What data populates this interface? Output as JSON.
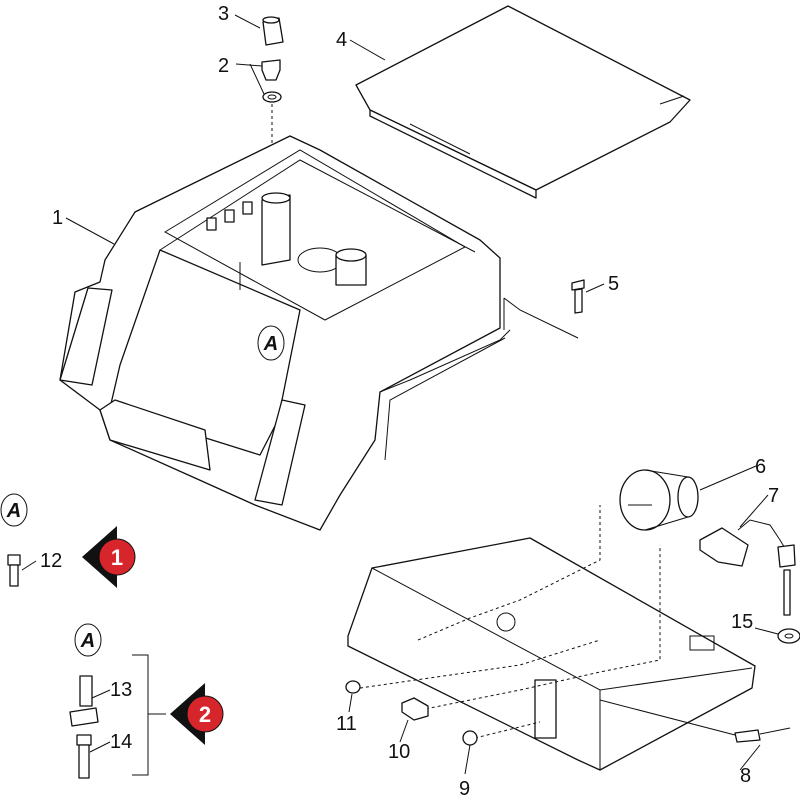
{
  "part_labels": {
    "p1": "1",
    "p2": "2",
    "p3": "3",
    "p4": "4",
    "p5": "5",
    "p6": "6",
    "p7": "7",
    "p8": "8",
    "p9": "9",
    "p10": "10",
    "p11": "11",
    "p12": "12",
    "p13": "13",
    "p14": "14",
    "p15": "15"
  },
  "reference_marker": "A",
  "group_markers": {
    "g1": "1",
    "g2": "2"
  },
  "colors": {
    "marker_red": "#d7262b",
    "line": "#111111"
  }
}
